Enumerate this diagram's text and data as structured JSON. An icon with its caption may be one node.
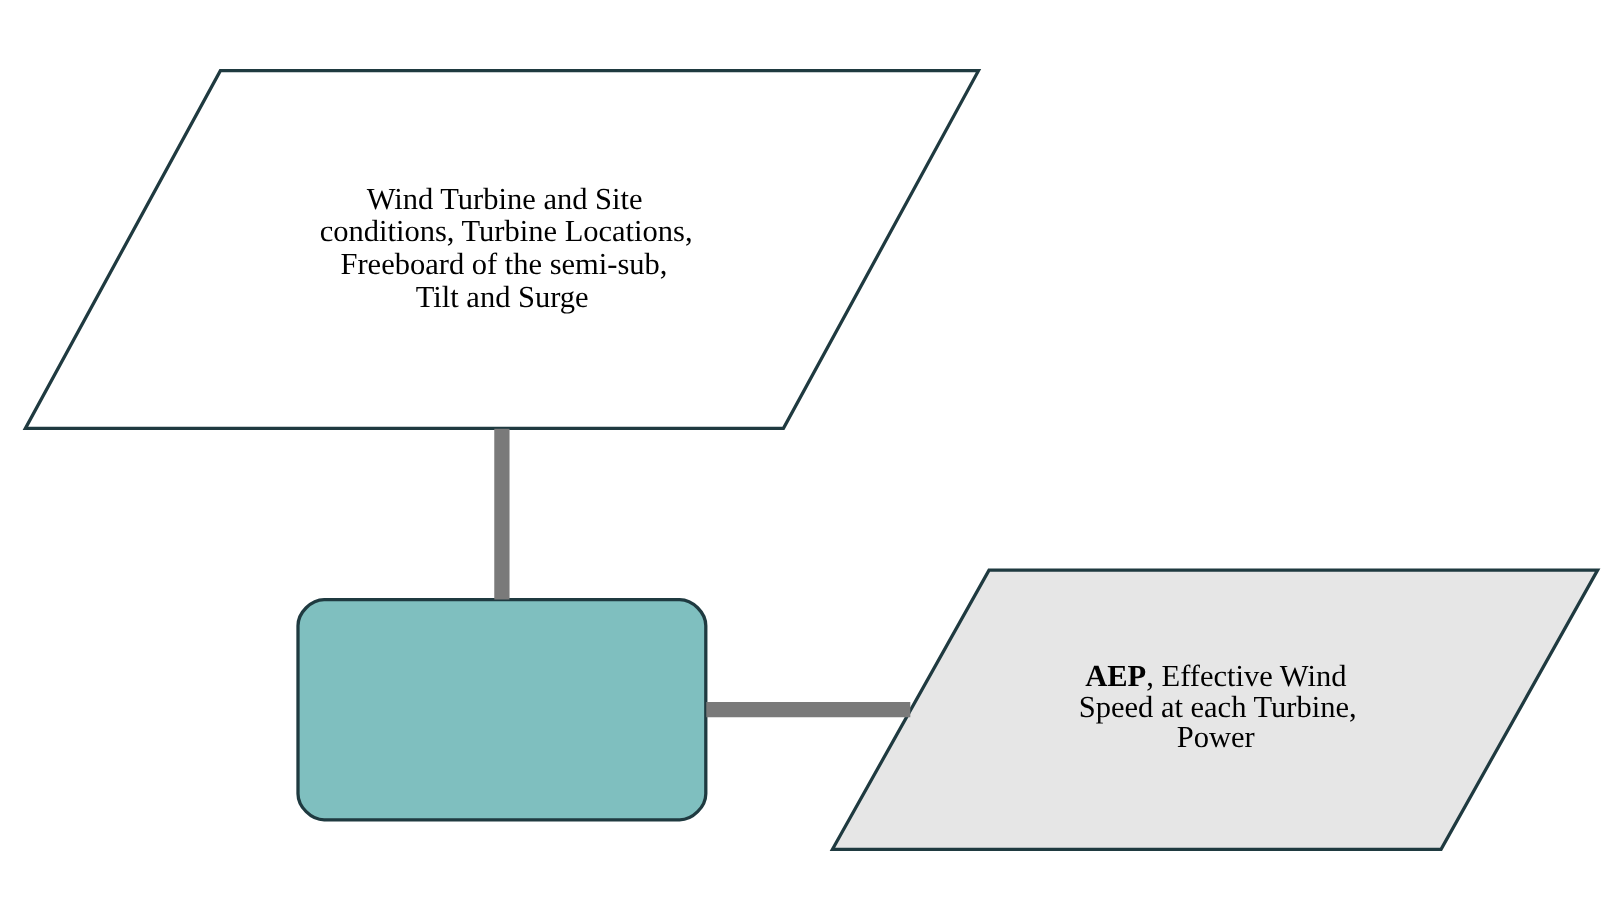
{
  "diagram": {
    "nodes": [
      {
        "text": [
          "Wind Turbine and Site conditions, Turbine Locations, Freeboard of the semi-sub, Tilt and Surge"
        ]
      },
      {
        "text": [],
        "shape": "box"
      },
      {
        "text": [
          "**AEP**, Effective Wind Speed at each Turbine, Power"
        ]
      }
    ],
    "edges": [
      {
        "from": 0,
        "to": 1,
        "arrow": "none"
      },
      {
        "from": 1,
        "to": 2,
        "arrow": "none"
      }
    ]
  }
}
